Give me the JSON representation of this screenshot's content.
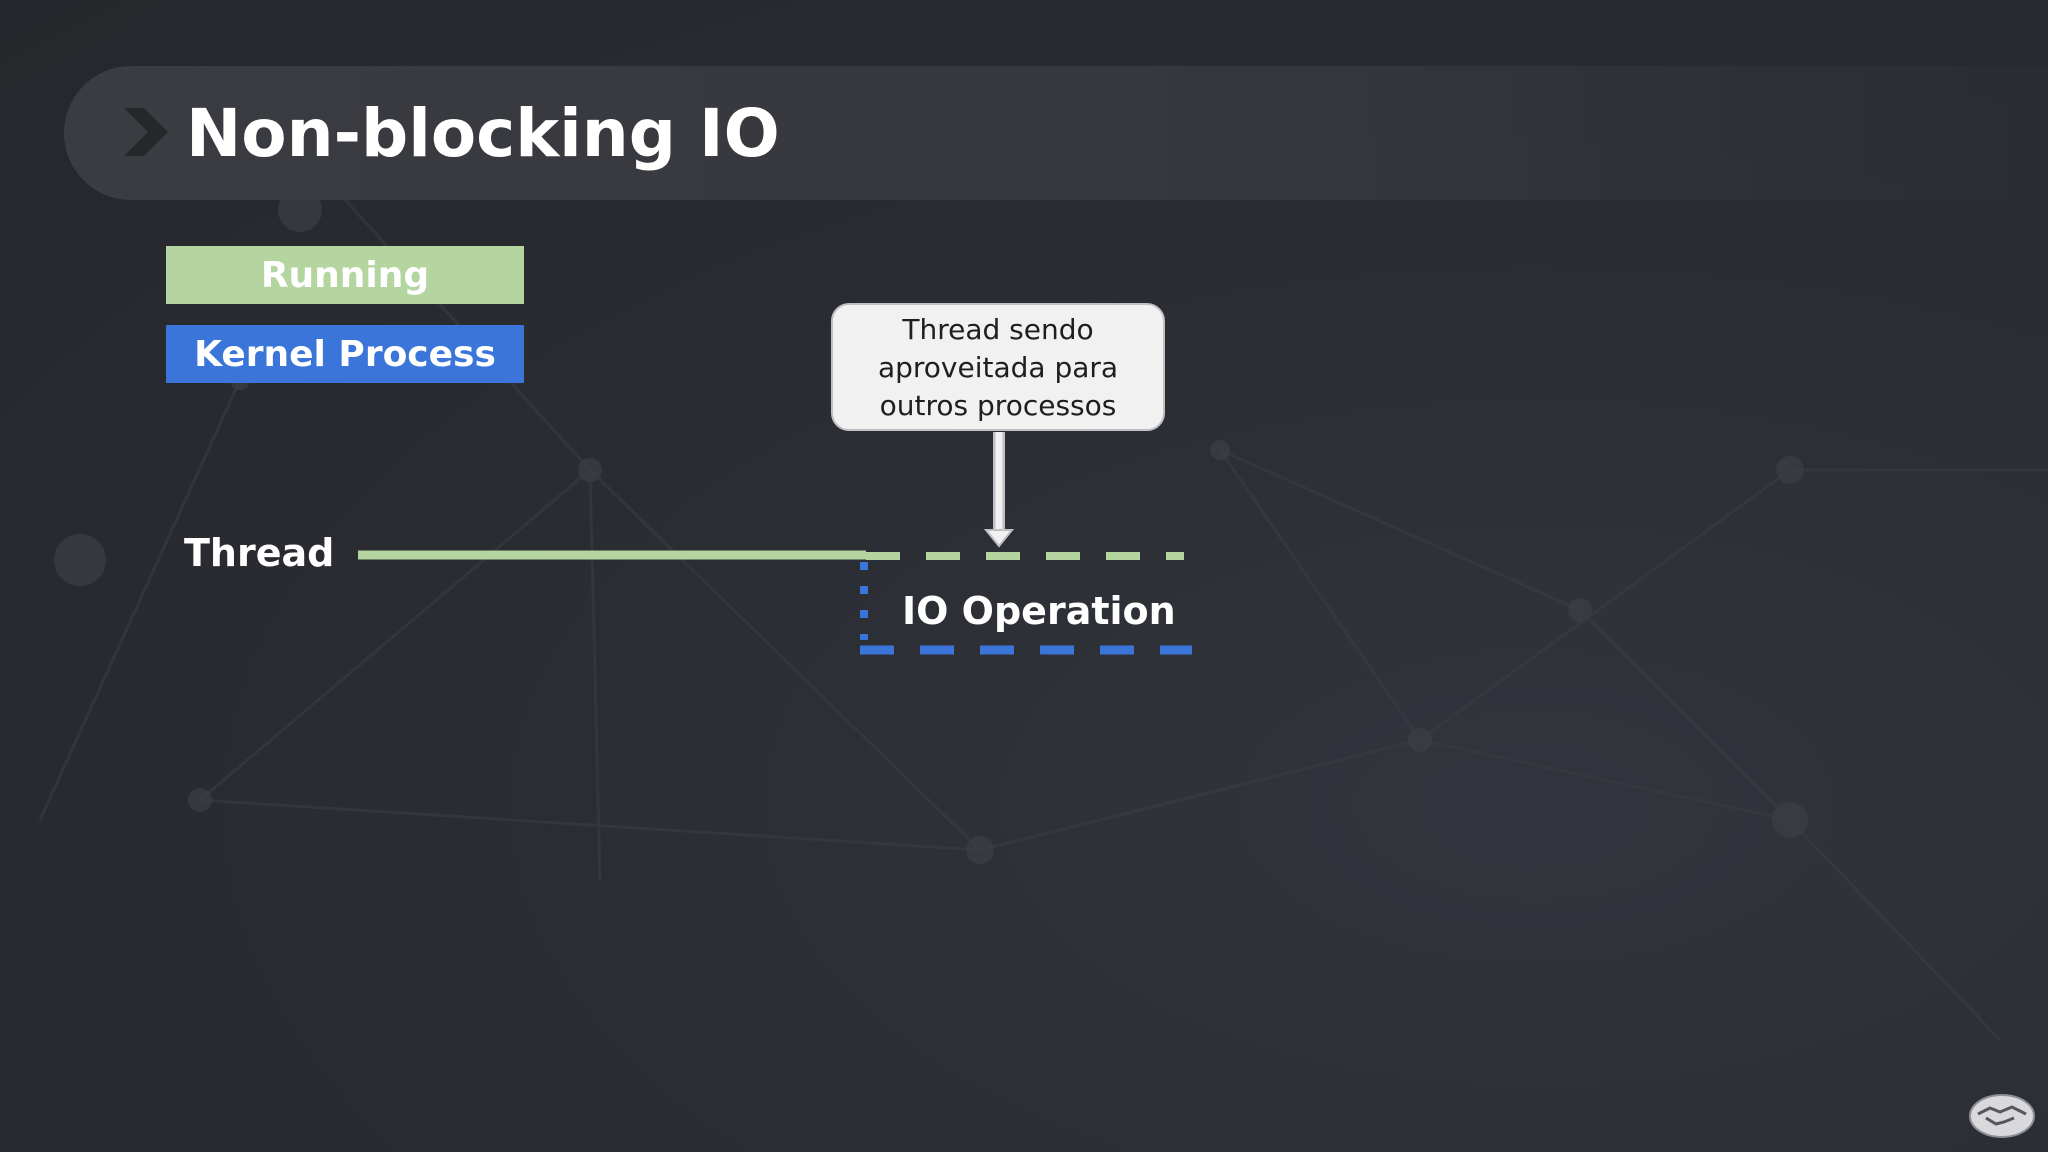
{
  "slide": {
    "title": "Non-blocking IO"
  },
  "legend": {
    "running_label": "Running",
    "kernel_label": "Kernel Process",
    "running_color": "#b5d5a0",
    "kernel_color": "#3b75d9"
  },
  "diagram": {
    "thread_label": "Thread",
    "io_label": "IO Operation",
    "callout_lines": [
      "Thread sendo",
      "aproveitada para",
      "outros processos"
    ]
  },
  "icons": {
    "title_marker": "chevron-right-icon",
    "corner_logo": "handshake-logo"
  }
}
